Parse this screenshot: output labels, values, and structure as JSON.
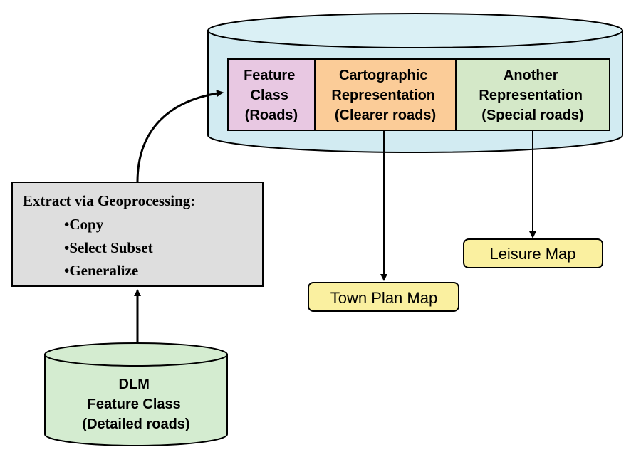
{
  "colors": {
    "db_top": "#daf0f5",
    "db_body": "#d2ebf2",
    "feature_class": "#e8c8e2",
    "cartographic": "#fbcc98",
    "another": "#d4e8c8",
    "extract_box": "#dedede",
    "dlm_db": "#d4ecd0",
    "map_box": "#faf0a0",
    "stroke": "#000000"
  },
  "geodatabase": {
    "cells": [
      {
        "lines": [
          "Feature",
          "Class",
          "(Roads)"
        ]
      },
      {
        "lines": [
          "Cartographic",
          "Representation",
          "(Clearer roads)"
        ]
      },
      {
        "lines": [
          "Another",
          "Representation",
          "(Special roads)"
        ]
      }
    ]
  },
  "extract": {
    "title": "Extract via Geoprocessing:",
    "items": [
      "•Copy",
      "•Select Subset",
      "•Generalize"
    ]
  },
  "dlm": {
    "lines": [
      "DLM",
      "Feature Class",
      "(Detailed roads)"
    ]
  },
  "maps": {
    "town_plan": "Town Plan Map",
    "leisure": "Leisure Map"
  }
}
